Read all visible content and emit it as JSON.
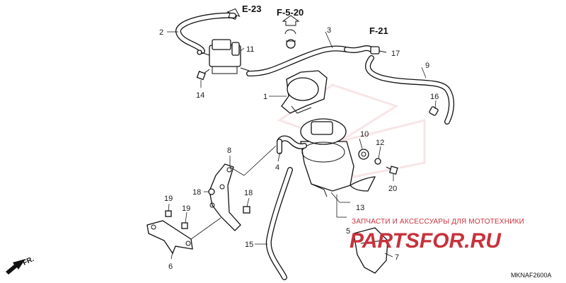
{
  "callouts": {
    "c1": "1",
    "c2": "2",
    "c3": "3",
    "c4": "4",
    "c5": "5",
    "c6": "6",
    "c7": "7",
    "c8": "8",
    "c9": "9",
    "c10": "10",
    "c11": "11",
    "c12": "12",
    "c13": "13",
    "c14": "14",
    "c15": "15",
    "c16": "16",
    "c17": "17",
    "c18a": "18",
    "c18b": "18",
    "c19a": "19",
    "c19b": "19",
    "c20": "20"
  },
  "section_refs": {
    "e23": "E-23",
    "f520": "F-5-20",
    "f21": "F-21"
  },
  "direction_label": "FR.",
  "diagram_code": "MKNAF2600A",
  "watermark": {
    "tagline": "ЗАПЧАСТИ И АКСЕССУАРЫ ДЛЯ МОТОТЕХНИКИ",
    "logo_text": "PARTSFOR.RU",
    "color": "#c8323c"
  }
}
